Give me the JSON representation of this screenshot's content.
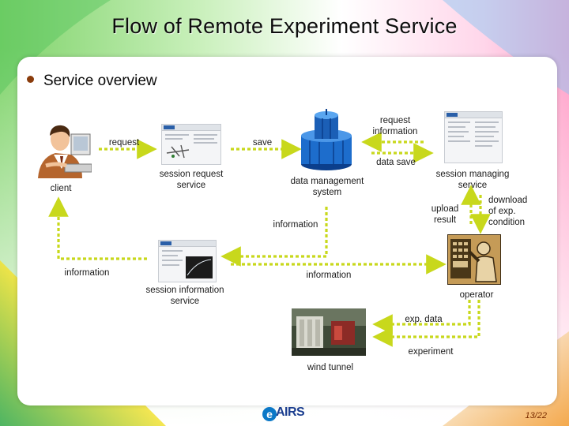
{
  "slide": {
    "title": "Flow of Remote Experiment Service",
    "bullet": "Service overview",
    "page_number": "13/22",
    "logo_text": "AIRS",
    "logo_letter": "e"
  },
  "nodes": {
    "client": "client",
    "session_request": [
      "session request",
      "service"
    ],
    "data_management": [
      "data management",
      "system"
    ],
    "session_managing": [
      "session managing",
      "service"
    ],
    "session_information": [
      "session information",
      "service"
    ],
    "operator": "operator",
    "wind_tunnel": "wind tunnel"
  },
  "edges": {
    "request": "request",
    "save": "save",
    "request_information": [
      "request",
      "information"
    ],
    "data_save": "data save",
    "upload_result": [
      "upload",
      "result"
    ],
    "download_condition": [
      "download",
      "of exp.",
      "condition"
    ],
    "information_dms": "information",
    "information_client": "information",
    "information_operator": "information",
    "exp_data": "exp. data",
    "experiment": "experiment"
  },
  "colors": {
    "arrow": "#c8d81c",
    "bullet": "#8a3c0c",
    "page_number": "#7b2d00"
  }
}
